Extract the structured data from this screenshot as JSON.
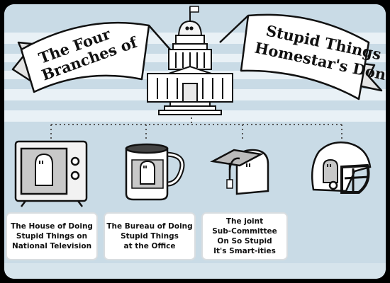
{
  "title_banner": {
    "left_lines": [
      "The Four",
      "Branches of"
    ],
    "right_lines": [
      "Stupid Things",
      "Homestar's Done"
    ]
  },
  "branches": [
    {
      "icon": "television-icon",
      "caption_lines": [
        "The House of Doing",
        "Stupid Things on",
        "National Television"
      ]
    },
    {
      "icon": "coffee-mug-icon",
      "caption_lines": [
        "The Bureau of Doing",
        "Stupid Things",
        "at the Office"
      ]
    },
    {
      "icon": "graduation-cap-icon",
      "caption_lines": [
        "The joint",
        "Sub-Committee",
        "On So Stupid",
        "It's Smart-ities"
      ]
    },
    {
      "icon": "football-helmet-icon",
      "caption_lines": []
    }
  ],
  "colors": {
    "background_stripe": "#c9dbe6",
    "background_light": "#e9f1f6",
    "outline": "#111111",
    "frame": "#000000"
  }
}
